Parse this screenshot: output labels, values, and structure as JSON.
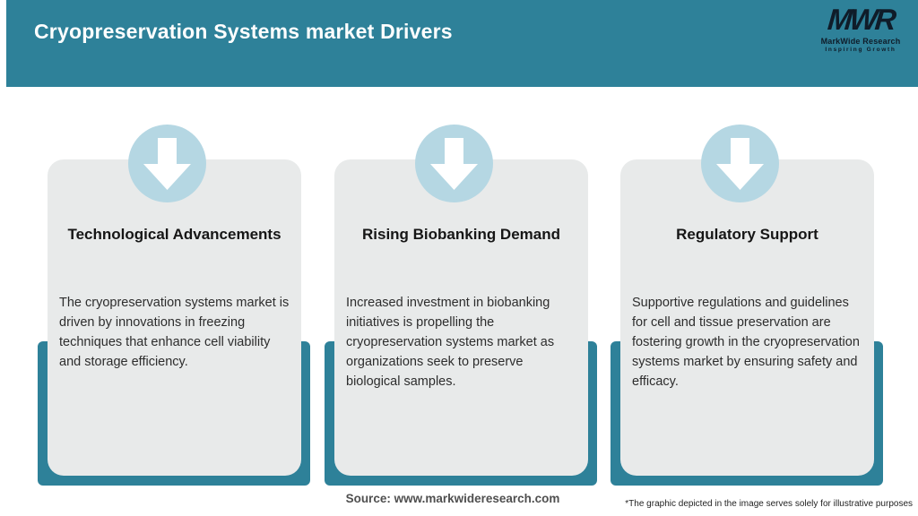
{
  "header": {
    "title": "Cryopreservation Systems market Drivers",
    "logo": {
      "acronym": "MWR",
      "name": "MarkWide Research",
      "tagline": "Inspiring Growth"
    }
  },
  "cards": [
    {
      "icon": "down-arrow-icon",
      "title": "Technological Advancements",
      "description": "The cryopreservation systems market is driven by innovations in freezing techniques that enhance cell viability and storage efficiency."
    },
    {
      "icon": "down-arrow-icon",
      "title": "Rising Biobanking Demand",
      "description": "Increased investment in biobanking initiatives is propelling the cryopreservation systems market as organizations seek to preserve biological samples."
    },
    {
      "icon": "down-arrow-icon",
      "title": "Regulatory Support",
      "description": "Supportive regulations and guidelines for cell and tissue preservation are fostering growth in the cryopreservation systems market by ensuring safety and efficacy."
    }
  ],
  "footer": {
    "source": "Source: www.markwideresearch.com",
    "disclaimer": "*The graphic depicted in the image serves solely for illustrative purposes"
  },
  "colors": {
    "brand_teal": "#2e8199",
    "card_background": "#e8eaea",
    "icon_circle_blue": "#b5d7e3",
    "arrow_white": "#ffffff",
    "logo_navy": "#0f1c29"
  }
}
